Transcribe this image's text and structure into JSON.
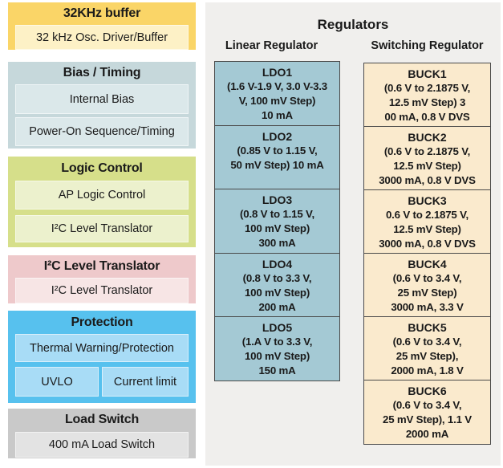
{
  "colors": {
    "page_bg": "#ffffff",
    "panel_bg": "#f0efed",
    "text": "#1a1a1a",
    "box_border": "#4a4a4a"
  },
  "left_panel": {
    "blocks": [
      {
        "title": "32KHz buffer",
        "bg": "#fad567",
        "item_bg": "#fdf1c6",
        "items": [
          "32 kHz Osc. Driver/Buffer"
        ]
      },
      {
        "title": "Bias / Timing",
        "bg": "#c6d8db",
        "item_bg": "#dbe8ea",
        "items": [
          "Internal Bias",
          "Power-On Sequence/Timing"
        ]
      },
      {
        "title": "Logic Control",
        "bg": "#d6df8a",
        "item_bg": "#ecf1cd",
        "items": [
          "AP Logic Control",
          "I²C Level Translator"
        ]
      },
      {
        "title": "I²C Level Translator",
        "bg": "#eec9cb",
        "item_bg": "#f7e5e5",
        "items": [
          "I²C Level Translator"
        ]
      },
      {
        "title": "Protection",
        "bg": "#57c1ee",
        "item_bg": "#a8dcf6",
        "items": [
          "Thermal Warning/Protection"
        ],
        "row_items": [
          "UVLO",
          "Current limit"
        ]
      },
      {
        "title": "Load Switch",
        "bg": "#c9c9c9",
        "item_bg": "#e3e3e3",
        "items": [
          "400 mA Load Switch"
        ]
      }
    ]
  },
  "regulators": {
    "title": "Regulators",
    "linear": {
      "label": "Linear Regulator",
      "box_bg": "#a4c9d4",
      "items": [
        {
          "name": "LDO1",
          "lines": [
            "(1.6 V-1.9 V, 3.0 V-3.3",
            "V, 100 mV Step)",
            "10 mA"
          ]
        },
        {
          "name": "LDO2",
          "lines": [
            "(0.85 V to 1.15 V,",
            "50 mV Step) 10 mA"
          ]
        },
        {
          "name": "LDO3",
          "lines": [
            "(0.8 V to 1.15 V,",
            "100 mV Step)",
            "300 mA"
          ]
        },
        {
          "name": "LDO4",
          "lines": [
            "(0.8 V to 3.3 V,",
            "100 mV Step)",
            "200 mA"
          ]
        },
        {
          "name": "LDO5",
          "lines": [
            "(1.A V to 3.3 V,",
            "100 mV Step)",
            "150 mA"
          ]
        }
      ]
    },
    "switching": {
      "label": "Switching Regulator",
      "box_bg": "#faeacd",
      "items": [
        {
          "name": "BUCK1",
          "lines": [
            "(0.6 V to 2.1875 V,",
            "12.5 mV Step) 3",
            "00 mA, 0.8 V DVS"
          ]
        },
        {
          "name": "BUCK2",
          "lines": [
            "(0.6 V to 2.1875 V,",
            "12.5 mV Step)",
            "3000 mA, 0.8 V DVS"
          ]
        },
        {
          "name": "BUCK3",
          "lines": [
            "0.6 V to 2.1875 V,",
            "12.5 mV Step)",
            "3000 mA, 0.8 V DVS"
          ]
        },
        {
          "name": "BUCK4",
          "lines": [
            "(0.6 V to 3.4 V,",
            "25 mV Step)",
            "3000 mA, 3.3 V"
          ]
        },
        {
          "name": "BUCK5",
          "lines": [
            "(0.6 V to 3.4 V,",
            "25 mV Step),",
            "2000 mA, 1.8 V"
          ]
        },
        {
          "name": "BUCK6",
          "lines": [
            "(0.6 V to 3.4 V,",
            "25 mV Step), 1.1 V",
            "2000 mA"
          ]
        }
      ]
    }
  }
}
